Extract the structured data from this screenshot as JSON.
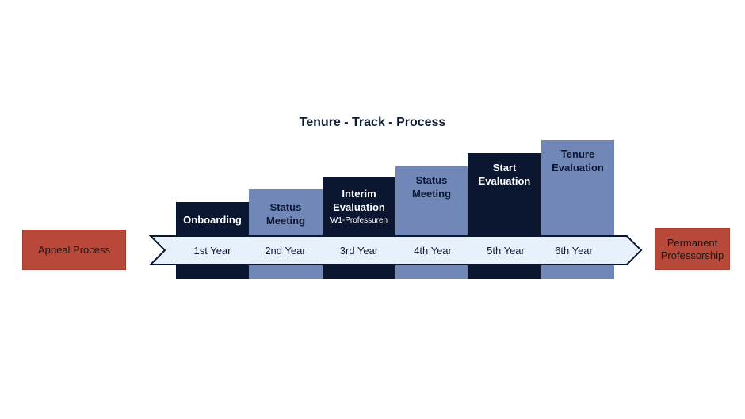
{
  "title": "Tenure - Track - Process",
  "start_box": "Appeal Process",
  "end_box": "Permanent\nProfessorship",
  "steps": [
    {
      "label": "Onboarding",
      "sub": "",
      "year": "1st Year"
    },
    {
      "label": "Status\nMeeting",
      "sub": "",
      "year": "2nd Year"
    },
    {
      "label": "Interim\nEvaluation",
      "sub": "W1-Professuren",
      "year": "3rd Year"
    },
    {
      "label": "Status\nMeeting",
      "sub": "",
      "year": "4th Year"
    },
    {
      "label": "Start\nEvaluation",
      "sub": "",
      "year": "5th Year"
    },
    {
      "label": "Tenure\nEvaluation",
      "sub": "",
      "year": "6th Year"
    }
  ],
  "colors": {
    "dark": "#0b1631",
    "light": "#7087b8",
    "arrow_fill": "#e6f1fb",
    "box": "#b8493a"
  }
}
